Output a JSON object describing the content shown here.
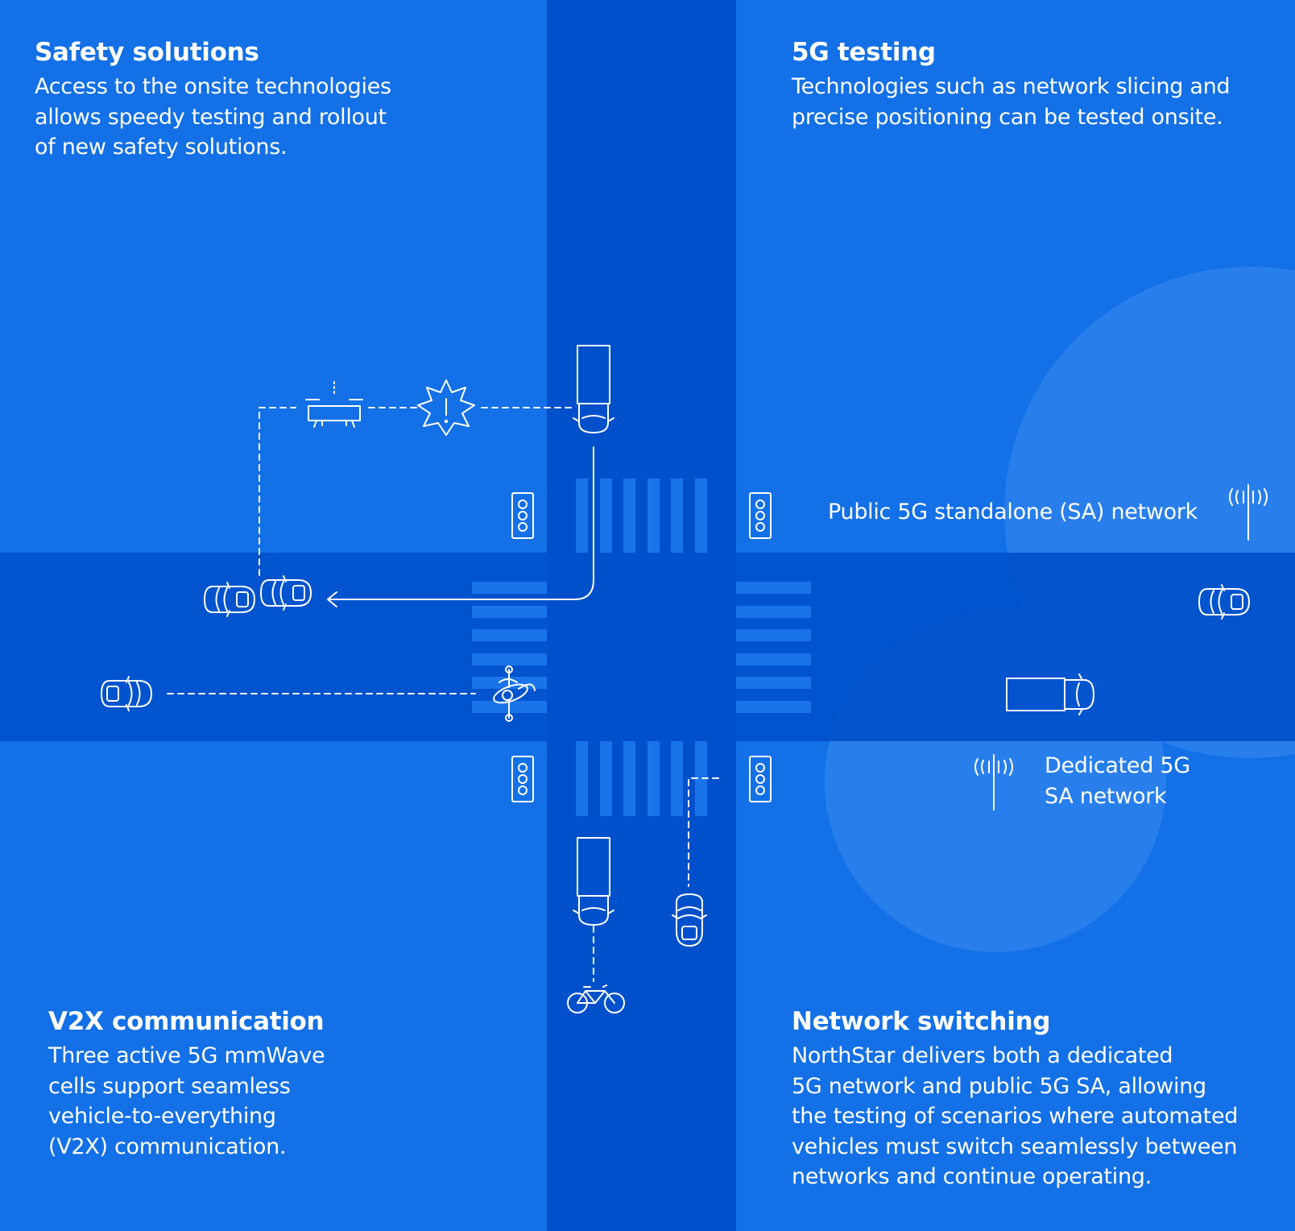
{
  "colors": {
    "background": "#1370e6",
    "road": "#0050cb",
    "crosswalk": "#1a73e8",
    "coverage": "#4f9cf5",
    "line": "#ffffff"
  },
  "blocks": {
    "safety": {
      "title": "Safety solutions",
      "lines": [
        "Access to the onsite technologies",
        "allows speedy testing and rollout",
        "of new safety solutions."
      ]
    },
    "testing": {
      "title": "5G testing",
      "lines": [
        "Technologies such as network slicing and",
        "precise positioning can be tested onsite."
      ]
    },
    "v2x": {
      "title": "V2X communication",
      "lines": [
        "Three active 5G mmWave",
        "cells support seamless",
        "vehicle-to-everything",
        "(V2X) communication."
      ]
    },
    "switching": {
      "title": "Network switching",
      "lines": [
        "NorthStar delivers both a dedicated",
        "5G network and public 5G SA, allowing",
        "the testing of scenarios where automated",
        "vehicles must switch seamlessly between",
        "networks and continue operating."
      ]
    }
  },
  "labels": {
    "public_network": "Public 5G standalone (SA) network",
    "dedicated_network": [
      "Dedicated 5G",
      "SA network"
    ]
  },
  "icons": [
    "truck-icon",
    "drone-icon",
    "alert-burst-icon",
    "traffic-light-icon",
    "car-icon",
    "scooter-icon",
    "bicycle-icon",
    "antenna-icon"
  ]
}
